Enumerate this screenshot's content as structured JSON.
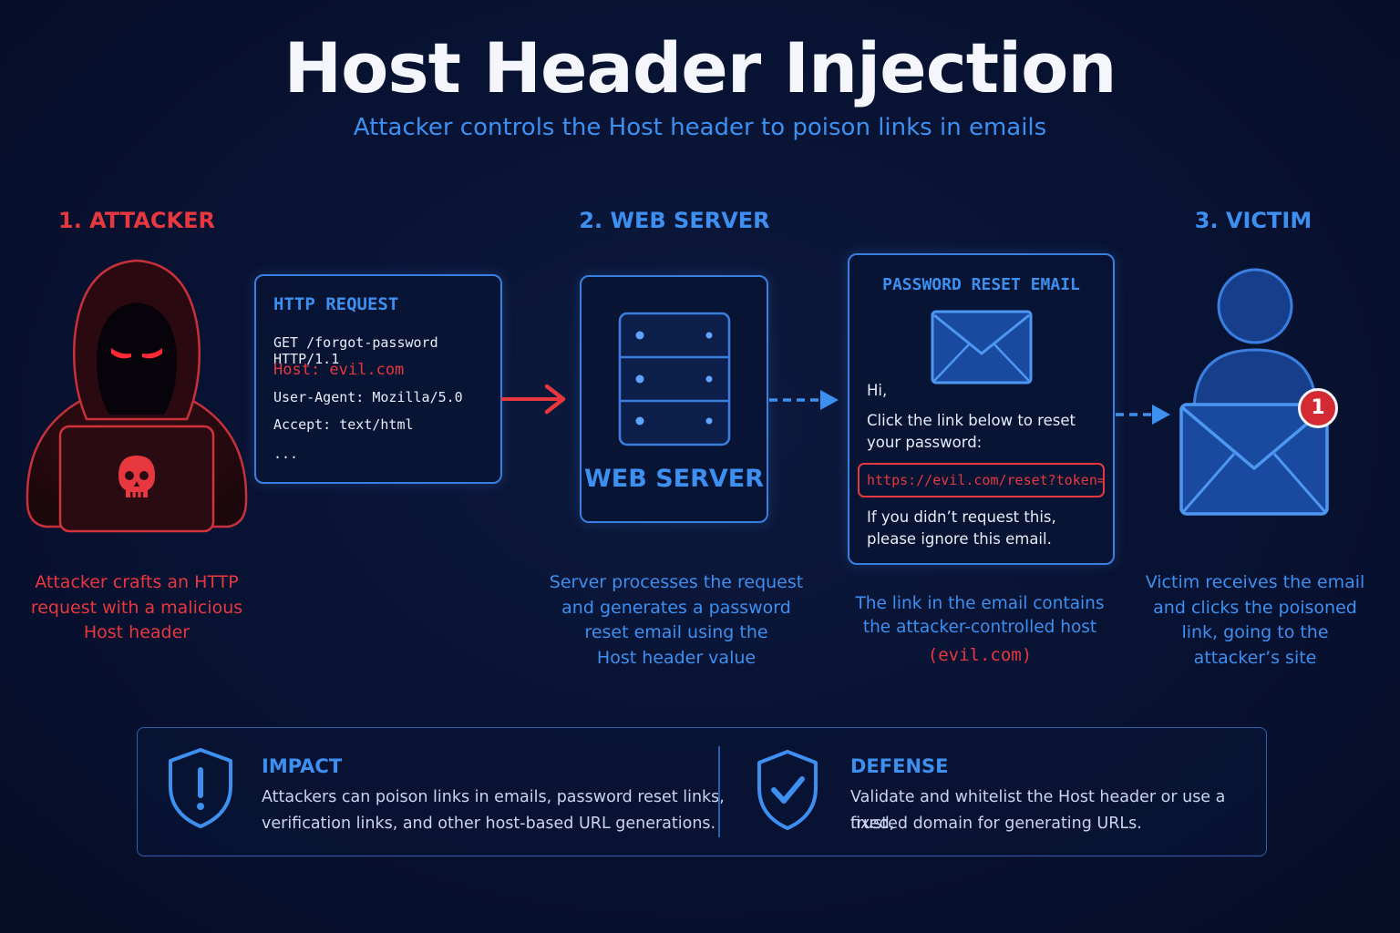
{
  "title": "Host Header Injection",
  "subtitle": "Attacker controls the Host header to poison links in emails",
  "steps": {
    "attacker": {
      "heading": "1. ATTACKER",
      "caption": [
        "Attacker crafts an HTTP",
        "request with a malicious",
        "Host header"
      ]
    },
    "server": {
      "heading": "2. WEB SERVER",
      "box_label": "WEB SERVER",
      "caption": [
        "Server processes the request",
        "and generates a password",
        "reset email using the",
        "Host header value"
      ]
    },
    "victim": {
      "heading": "3. VICTIM",
      "badge": "1",
      "caption": [
        "Victim receives the email",
        "and clicks the poisoned",
        "link, going to the",
        "attacker’s site"
      ]
    }
  },
  "http_request": {
    "title": "HTTP REQUEST",
    "line1": "GET /forgot-password HTTP/1.1",
    "host_line": "Host: evil.com",
    "line3": "User-Agent: Mozilla/5.0",
    "line4": "Accept: text/html",
    "ellipsis": "..."
  },
  "email": {
    "title": "PASSWORD RESET EMAIL",
    "greeting": "Hi,",
    "body1": "Click the link below to reset",
    "body2": "your password:",
    "link": "https://evil.com/reset?token=...",
    "footer1": "If you didn’t request this,",
    "footer2": "please ignore this email.",
    "caption": [
      "The link in the email contains",
      "the attacker-controlled host"
    ],
    "caption_host": "(evil.com)"
  },
  "impact": {
    "heading": "IMPACT",
    "line1": "Attackers can poison links in emails, password reset links,",
    "line2": "verification links, and other host-based URL generations."
  },
  "defense": {
    "heading": "DEFENSE",
    "line1": "Validate and whitelist the Host header or use a fixed,",
    "line2": "trusted domain for generating URLs."
  },
  "colors": {
    "background": "#081232",
    "accent_blue": "#3d8ff0",
    "danger_red": "#e8383f"
  },
  "icons": [
    "hooded-hacker-icon",
    "skull-icon",
    "server-rack-icon",
    "envelope-icon",
    "user-icon",
    "notification-badge-icon",
    "shield-alert-icon",
    "shield-check-icon",
    "arrow-right-icon"
  ]
}
